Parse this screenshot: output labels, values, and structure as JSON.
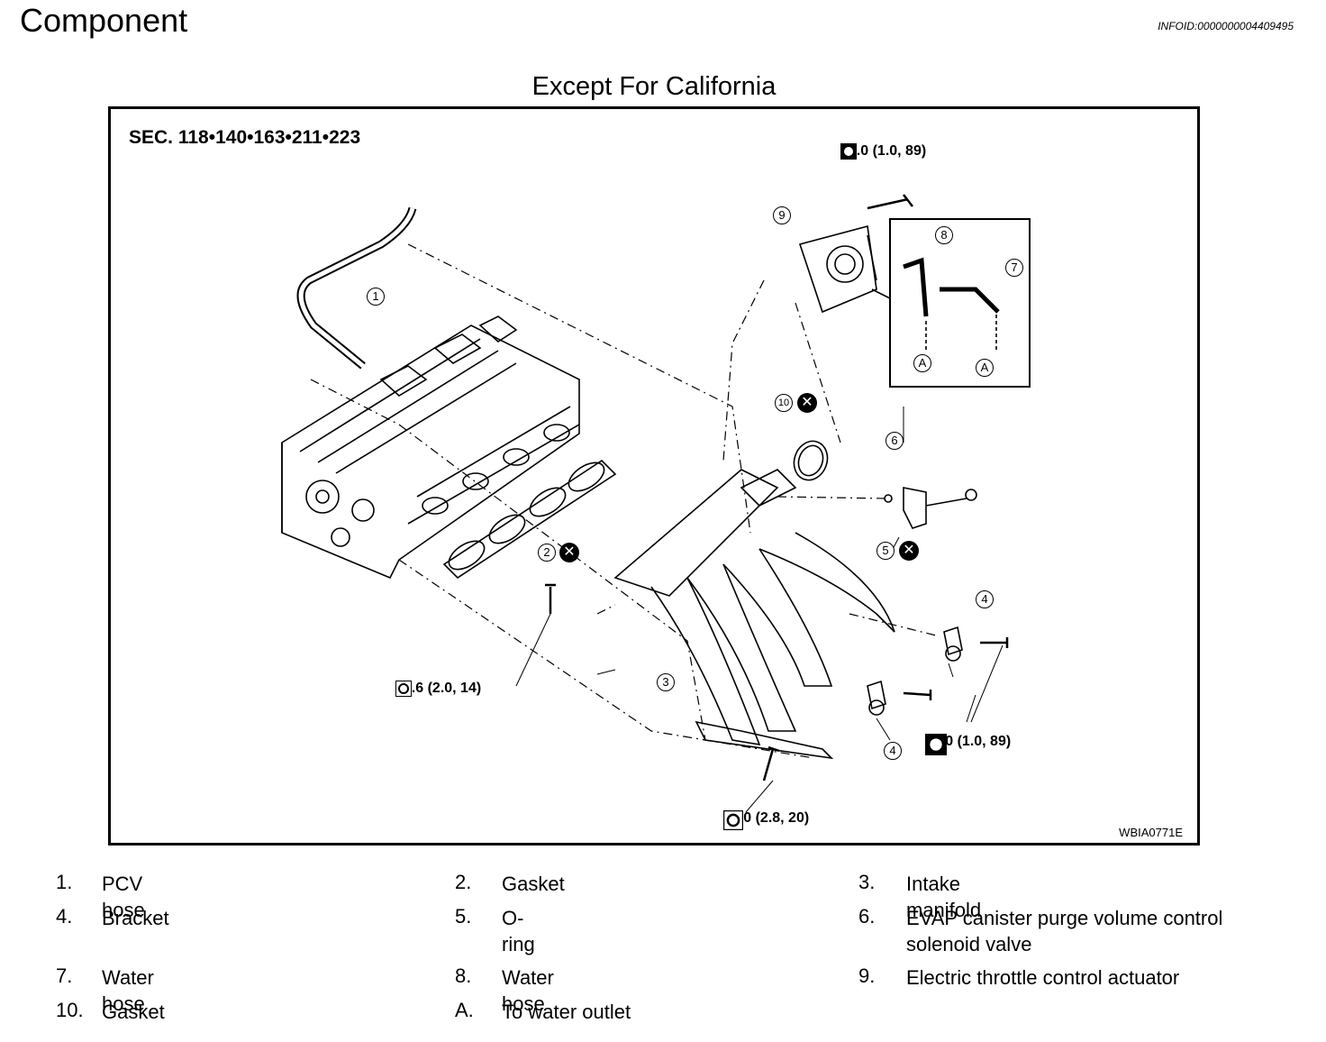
{
  "page": {
    "heading": "Component",
    "info_id": "INFOID:0000000004409495",
    "subtitle": "Except For California"
  },
  "figure": {
    "sec_ref": "SEC. 118•140•163•211•223",
    "code": "WBIA0771E",
    "torques": [
      {
        "value": "10.0 (1.0, 89)"
      },
      {
        "value": "19.6 (2.0, 14)"
      },
      {
        "value": "10.0 (1.0, 89)"
      },
      {
        "value": "27.0 (2.8, 20)"
      }
    ],
    "callouts": [
      "1",
      "2",
      "3",
      "4",
      "4",
      "5",
      "6",
      "7",
      "8",
      "9",
      "10",
      "A",
      "A"
    ],
    "x_mark": "✕"
  },
  "legend": [
    {
      "num": "1.",
      "label": "PCV hose"
    },
    {
      "num": "2.",
      "label": "Gasket"
    },
    {
      "num": "3.",
      "label": "Intake manifold"
    },
    {
      "num": "4.",
      "label": "Bracket"
    },
    {
      "num": "5.",
      "label": "O-ring"
    },
    {
      "num": "6.",
      "label": "EVAP canister purge volume control solenoid valve"
    },
    {
      "num": "7.",
      "label": "Water hose"
    },
    {
      "num": "8.",
      "label": "Water hose"
    },
    {
      "num": "9.",
      "label": "Electric throttle control actuator"
    },
    {
      "num": "10.",
      "label": "Gasket"
    },
    {
      "num": "A.",
      "label": "To water outlet"
    }
  ]
}
